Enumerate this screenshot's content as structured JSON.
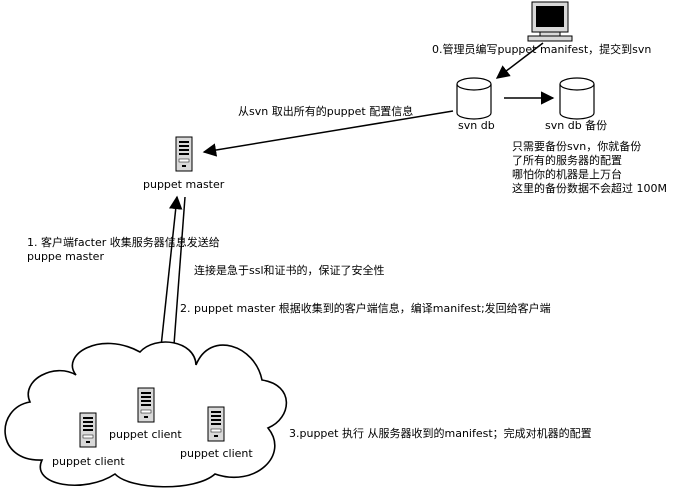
{
  "nodes": {
    "svn_db": "svn db",
    "svn_db_backup": "svn db 备份",
    "puppet_master": "puppet master",
    "client_1": "puppet client",
    "client_2": "puppet client",
    "client_3": "puppet client"
  },
  "steps": {
    "step0": "0.管理员编写puppet manifest，提交到svn",
    "fetch_config": "从svn 取出所有的puppet 配置信息",
    "step1": "1. 客户端facter 收集服务器信息发送给\npuppe master",
    "ssl_note": "连接是急于ssl和证书的，保证了安全性",
    "step2": "2. puppet master 根据收集到的客户端信息，编译manifest;发回给客户端",
    "step3": "3.puppet 执行 从服务器收到的manifest；完成对机器的配置"
  },
  "backup_note": "只需要备份svn，你就备份\n了所有的服务器的配置\n哪怕你的机器是上万台\n这里的备份数据不会超过 100M",
  "icons": [
    "monitor-icon",
    "database-icon",
    "server-icon"
  ],
  "colors": {
    "line": "#000000",
    "server_body": "#d9d9d9",
    "monitor_screen": "#000000",
    "background": "#ffffff"
  }
}
